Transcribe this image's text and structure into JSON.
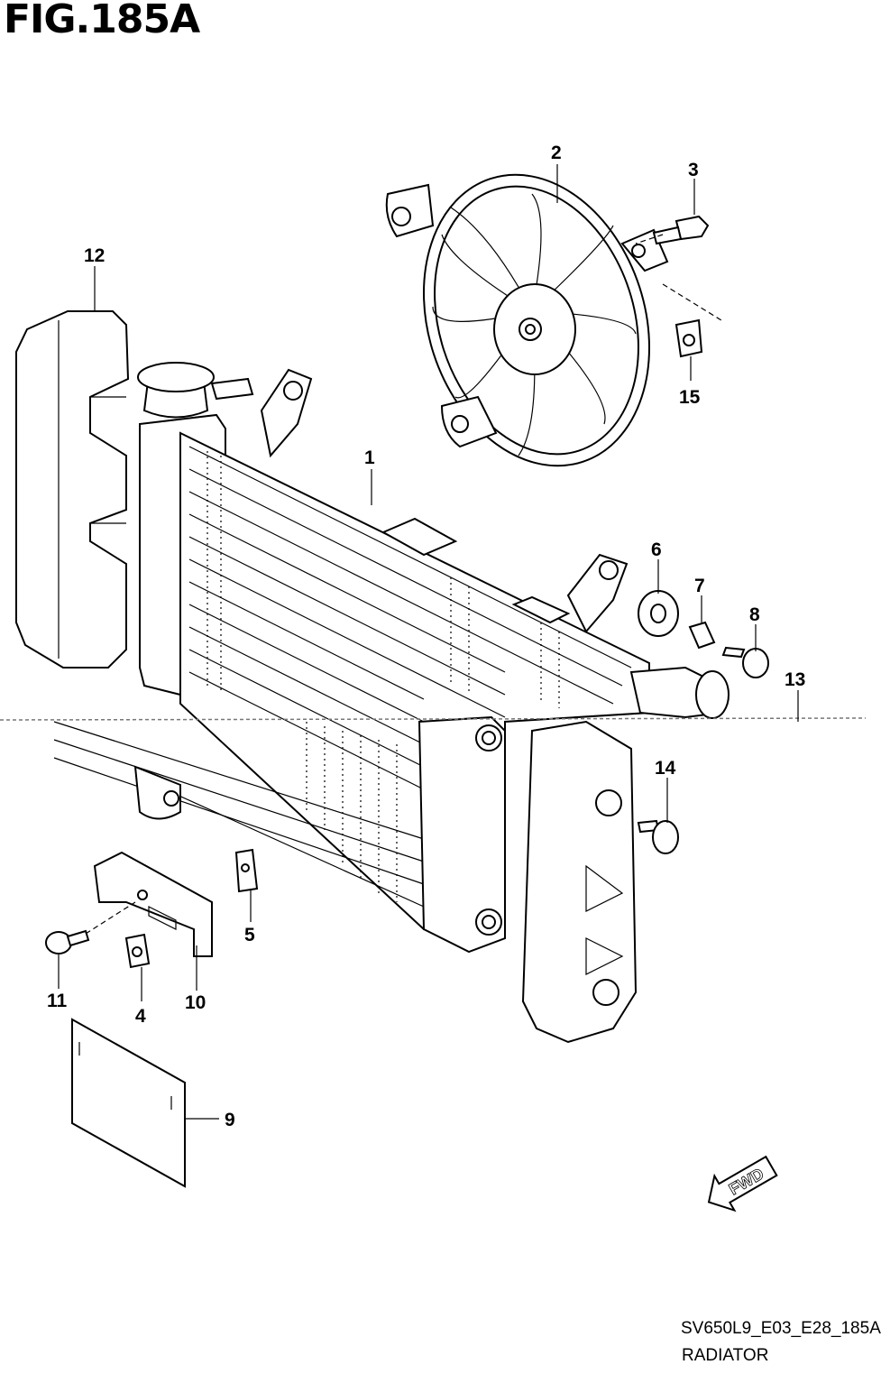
{
  "figure_title": "FIG.185A",
  "drawing_code": "SV650L9_E03_E28_185A",
  "drawing_subtitle": "RADIATOR",
  "fwd_arrow_text": "FWD",
  "callouts": [
    {
      "id": "1",
      "label": "1"
    },
    {
      "id": "2",
      "label": "2"
    },
    {
      "id": "3",
      "label": "3"
    },
    {
      "id": "4",
      "label": "4"
    },
    {
      "id": "5",
      "label": "5"
    },
    {
      "id": "6",
      "label": "6"
    },
    {
      "id": "7",
      "label": "7"
    },
    {
      "id": "8",
      "label": "8"
    },
    {
      "id": "9",
      "label": "9"
    },
    {
      "id": "10",
      "label": "10"
    },
    {
      "id": "11",
      "label": "11"
    },
    {
      "id": "12",
      "label": "12"
    },
    {
      "id": "13",
      "label": "13"
    },
    {
      "id": "14",
      "label": "14"
    },
    {
      "id": "15",
      "label": "15"
    }
  ],
  "colors": {
    "line": "#000000",
    "background": "#ffffff"
  }
}
